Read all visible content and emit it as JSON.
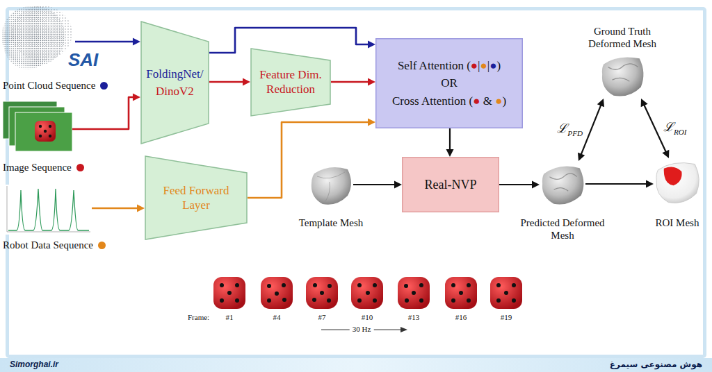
{
  "diagram": {
    "nodes": [
      {
        "text": [
          "Point Cloud Sequence"
        ]
      },
      {
        "text": [
          "FoldingNet/",
          "DinoV2"
        ]
      },
      {
        "text": [
          "Feature Dim. Reduction"
        ]
      },
      {
        "text": [
          "Self Attention (●|●|●)",
          "OR",
          "Cross Attention (● & ●)"
        ]
      },
      {
        "text": [
          "Ground Truth Deformed Mesh"
        ]
      },
      {
        "text": [
          "Image Sequence"
        ]
      },
      {
        "text": [
          "Feed Forward Layer"
        ]
      },
      {
        "text": [
          "Template Mesh"
        ]
      },
      {
        "text": [
          "Real-NVP"
        ]
      },
      {
        "text": [
          "Predicted Deformed Mesh"
        ]
      },
      {
        "text": [
          "ROI Mesh"
        ]
      },
      {
        "text": [
          "Robot Data Sequence"
        ]
      }
    ],
    "edges": [
      {
        "from": 0,
        "to": 1,
        "arrow": "to"
      },
      {
        "from": 5,
        "to": 1,
        "arrow": "to"
      },
      {
        "from": 11,
        "to": 6,
        "arrow": "to"
      },
      {
        "from": 1,
        "to": 3,
        "arrow": "to"
      },
      {
        "from": 1,
        "to": 2,
        "arrow": "to"
      },
      {
        "from": 2,
        "to": 3,
        "arrow": "to"
      },
      {
        "from": 6,
        "to": 3,
        "arrow": "to"
      },
      {
        "from": 3,
        "to": 8,
        "arrow": "to"
      },
      {
        "from": 7,
        "to": 8,
        "arrow": "to"
      },
      {
        "from": 8,
        "to": 9,
        "arrow": "to"
      },
      {
        "from": 9,
        "to": 10,
        "arrow": "to"
      },
      {
        "from": 9,
        "to": 4,
        "label": "ℒPFD",
        "arrow": "both"
      },
      {
        "from": 4,
        "to": 10,
        "label": "ℒROI",
        "arrow": "both"
      }
    ],
    "labels": [
      "SAI",
      "Frame:",
      "#1",
      "#4",
      "#7",
      "#10",
      "#13",
      "#16",
      "#19",
      "30 Hz",
      "Simorghai.ir",
      "هوش مصنوعی سیمرغ"
    ]
  }
}
